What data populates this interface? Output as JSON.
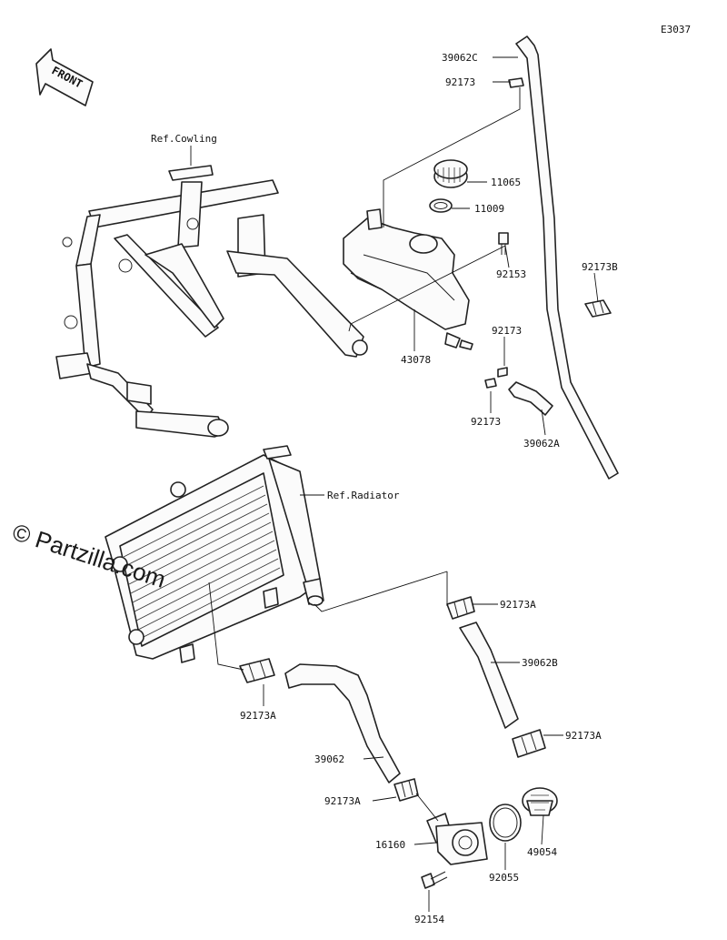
{
  "diagram_code": "E3037",
  "watermark": "© Partzilla.com",
  "front_label": "FRONT",
  "references": {
    "cowling": "Ref.Cowling",
    "radiator": "Ref.Radiator"
  },
  "callouts": [
    {
      "id": "c1",
      "label": "39062C"
    },
    {
      "id": "c2",
      "label": "92173"
    },
    {
      "id": "c3",
      "label": "11065"
    },
    {
      "id": "c4",
      "label": "11009"
    },
    {
      "id": "c5",
      "label": "92153"
    },
    {
      "id": "c6",
      "label": "92173B"
    },
    {
      "id": "c7",
      "label": "92173"
    },
    {
      "id": "c8",
      "label": "43078"
    },
    {
      "id": "c9",
      "label": "92173"
    },
    {
      "id": "c10",
      "label": "39062A"
    },
    {
      "id": "c11",
      "label": "92173A"
    },
    {
      "id": "c12",
      "label": "39062B"
    },
    {
      "id": "c13",
      "label": "92173A"
    },
    {
      "id": "c14",
      "label": "92173A"
    },
    {
      "id": "c15",
      "label": "39062"
    },
    {
      "id": "c16",
      "label": "92173A"
    },
    {
      "id": "c17",
      "label": "16160"
    },
    {
      "id": "c18",
      "label": "49054"
    },
    {
      "id": "c19",
      "label": "92055"
    },
    {
      "id": "c20",
      "label": "92154"
    }
  ]
}
